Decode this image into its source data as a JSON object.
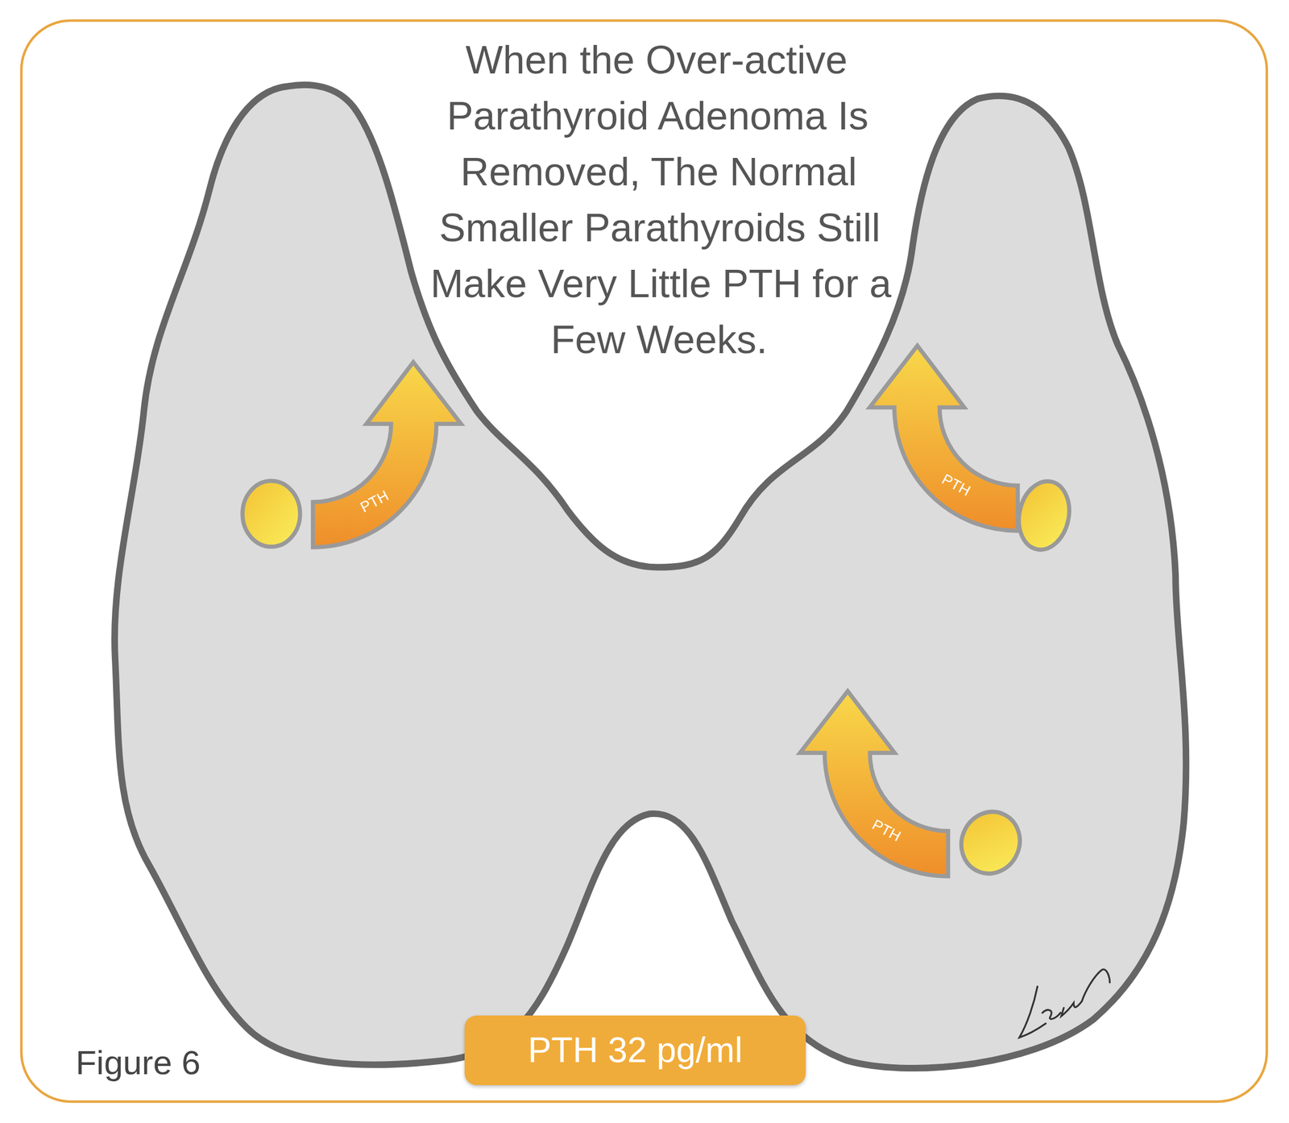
{
  "diagram": {
    "title": "When the Over-active Parathyroid Adenoma Is Removed, The Normal Smaller Parathyroids Still Make Very Little PTH for a Few Weeks.",
    "nodes": [
      {
        "text": [
          "PTH"
        ]
      },
      {
        "text": [
          "PTH"
        ]
      },
      {
        "text": [
          "PTH"
        ]
      },
      {
        "text": [
          "PTH 32 pg/ml"
        ]
      }
    ],
    "labels": [
      "Figure 6"
    ]
  }
}
